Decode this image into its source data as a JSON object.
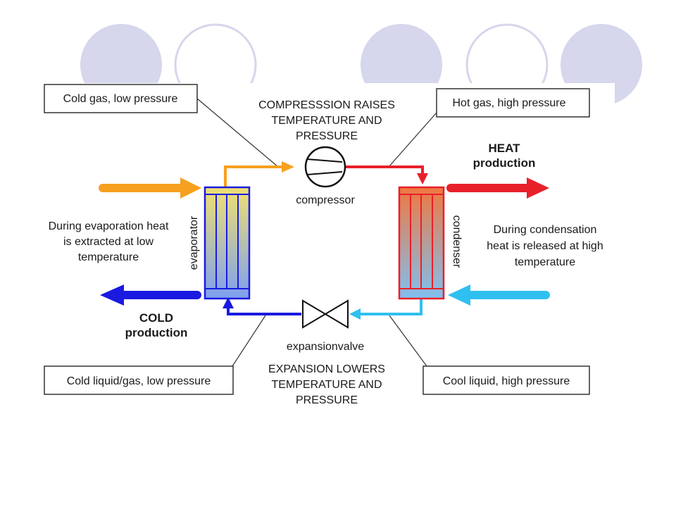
{
  "labels": {
    "cold_gas": "Cold gas, low pressure",
    "hot_gas": "Hot gas, high pressure",
    "cold_liquid_gas": "Cold liquid/gas, low pressure",
    "cool_liquid": "Cool liquid, high pressure",
    "compression_1": "COMPRESSSION RAISES",
    "compression_2": "TEMPERATURE AND",
    "compression_3": "PRESSURE",
    "expansion_1": "EXPANSION LOWERS",
    "expansion_2": "TEMPERATURE AND",
    "expansion_3": "PRESSURE",
    "compressor": "compressor",
    "expansionvalve": "expansionvalve",
    "evaporator": "evaporator",
    "condenser": "condenser",
    "heat_1": "HEAT",
    "heat_2": "production",
    "cold_1": "COLD",
    "cold_2": "production",
    "evap_text_1": "During evaporation heat",
    "evap_text_2": "is extracted at low",
    "evap_text_3": "temperature",
    "cond_text_1": "During condensation",
    "cond_text_2": "heat is released at high",
    "cond_text_3": "temperature"
  },
  "colors": {
    "decor_circle": "#d6d6ec",
    "orange": "#f7a020",
    "red": "#e8202a",
    "blue": "#1a1ae0",
    "light_blue": "#30c0f0"
  }
}
